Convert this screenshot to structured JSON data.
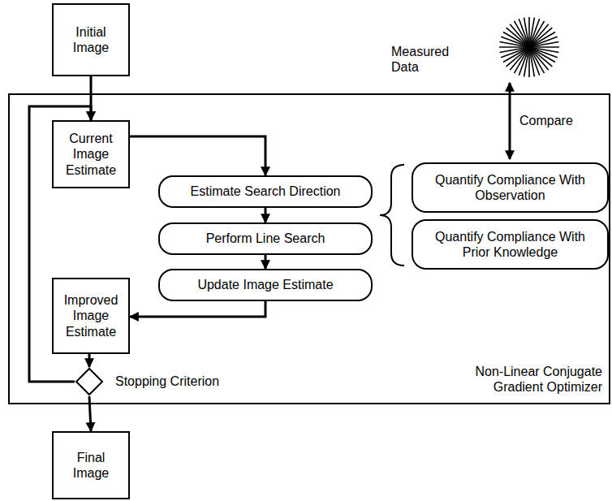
{
  "diagram": {
    "nodes": [
      {
        "text": [
          "Initial Image"
        ]
      },
      {
        "text": [
          "Measured Data"
        ]
      },
      {
        "text": [
          "Non-Linear Conjugate Gradient Optimizer"
        ]
      },
      {
        "text": [
          "Current Image Estimate"
        ],
        "in": 2
      },
      {
        "text": [
          "Estimate Search Direction"
        ],
        "in": 2
      },
      {
        "text": [
          "Perform Line Search"
        ],
        "in": 2
      },
      {
        "text": [
          "Update Image Estimate"
        ],
        "in": 2
      },
      {
        "text": [
          "Quantify Compliance With Observation"
        ],
        "in": 2
      },
      {
        "text": [
          "Quantify Compliance With Prior Knowledge"
        ],
        "in": 2
      },
      {
        "text": [
          "Improved Image Estimate"
        ],
        "in": 2
      },
      {
        "text": [
          "Stopping Criterion"
        ],
        "in": 2
      },
      {
        "text": [
          "Final Image"
        ]
      }
    ],
    "edges": [
      {
        "from": 0,
        "to": 3,
        "arrow": "to"
      },
      {
        "from": 3,
        "to": 4,
        "arrow": "to"
      },
      {
        "from": 4,
        "to": 5,
        "arrow": "to"
      },
      {
        "from": 5,
        "to": 6,
        "arrow": "to"
      },
      {
        "from": 6,
        "to": 9,
        "arrow": "to"
      },
      {
        "from": 9,
        "to": 10,
        "arrow": "to"
      },
      {
        "from": 10,
        "to": 3,
        "arrow": "to"
      },
      {
        "from": 10,
        "to": 11,
        "arrow": "to"
      },
      {
        "from": 1,
        "to": 7,
        "label": "Compare",
        "arrow": "both"
      }
    ]
  }
}
